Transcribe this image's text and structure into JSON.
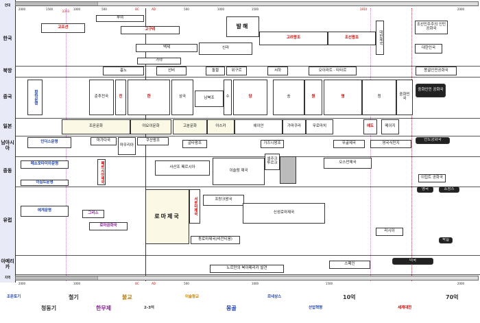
{
  "header": {
    "corner_top": "연대",
    "corner_bottom": "지역"
  },
  "axis": {
    "ticks": [
      {
        "label": "2000",
        "red": false
      },
      {
        "label": "1500",
        "red": false
      },
      {
        "label": "1000",
        "red": false
      },
      {
        "label": "500",
        "red": false
      },
      {
        "label": "BC",
        "red": true
      },
      {
        "label": "AD",
        "red": true
      },
      {
        "label": "500",
        "red": false
      },
      {
        "label": "1000",
        "red": false
      },
      {
        "label": "1500",
        "red": false
      },
      {
        "label": "1910",
        "red": true
      },
      {
        "label": "2000",
        "red": false
      }
    ],
    "start_mark": "2333"
  },
  "regions": [
    {
      "name": "한국"
    },
    {
      "name": "북방"
    },
    {
      "name": "중국"
    },
    {
      "name": "일본"
    },
    {
      "name": "남아시아"
    },
    {
      "name": "중동"
    },
    {
      "name": "유럽"
    },
    {
      "name": "아메리카"
    }
  ],
  "entities": {
    "korea": [
      {
        "label": "부여",
        "style": "plain"
      },
      {
        "label": "고조선",
        "style": "red"
      },
      {
        "label": "고구려",
        "style": "red"
      },
      {
        "label": "백제",
        "style": "plain"
      },
      {
        "label": "신라",
        "style": "plain"
      },
      {
        "label": "가야",
        "style": "plain"
      },
      {
        "label": "발해",
        "style": "big"
      },
      {
        "label": "고려왕조",
        "style": "red"
      },
      {
        "label": "조선왕조",
        "style": "red"
      },
      {
        "label": "대한제국",
        "style": "vert"
      },
      {
        "label": "대한민국",
        "style": "plain"
      },
      {
        "label": "조선민주주의 인민공화국",
        "style": "plain"
      }
    ],
    "north": [
      {
        "label": "흉노",
        "style": "plain"
      },
      {
        "label": "선비",
        "style": "plain"
      },
      {
        "label": "돌궐",
        "style": "plain"
      },
      {
        "label": "위구르",
        "style": "plain"
      },
      {
        "label": "서하",
        "style": "plain"
      },
      {
        "label": "오이라트 · 타타르",
        "style": "plain"
      },
      {
        "label": "몽골인민공화국",
        "style": "plain"
      }
    ],
    "china": [
      {
        "label": "황하문명",
        "style": "blue"
      },
      {
        "label": "춘추전국",
        "style": "plain"
      },
      {
        "label": "진",
        "style": "red"
      },
      {
        "label": "한",
        "style": "red"
      },
      {
        "label": "삼국",
        "style": "plain"
      },
      {
        "label": "남북조",
        "style": "plain"
      },
      {
        "label": "수",
        "style": "plain"
      },
      {
        "label": "당",
        "style": "red"
      },
      {
        "label": "송",
        "style": "plain"
      },
      {
        "label": "원",
        "style": "red"
      },
      {
        "label": "명",
        "style": "red"
      },
      {
        "label": "청",
        "style": "plain"
      },
      {
        "label": "중화민국",
        "style": "plain"
      },
      {
        "label": "중화인민 공화국",
        "style": "dark"
      }
    ],
    "japan": [
      {
        "label": "조몬문화",
        "style": "plain"
      },
      {
        "label": "야요이문화",
        "style": "plain"
      },
      {
        "label": "고분문화",
        "style": "plain"
      },
      {
        "label": "아스카",
        "style": "plain"
      },
      {
        "label": "헤이안",
        "style": "plain"
      },
      {
        "label": "가마쿠라",
        "style": "plain"
      },
      {
        "label": "무로마치",
        "style": "plain"
      },
      {
        "label": "에도",
        "style": "red"
      },
      {
        "label": "메이지",
        "style": "plain"
      }
    ],
    "south_asia": [
      {
        "label": "인더스문명",
        "style": "blue"
      },
      {
        "label": "마가다국",
        "style": "plain"
      },
      {
        "label": "마우리아",
        "style": "plain"
      },
      {
        "label": "쿠샨왕조",
        "style": "plain"
      },
      {
        "label": "굽타왕조",
        "style": "plain"
      },
      {
        "label": "가즈니왕조",
        "style": "plain"
      },
      {
        "label": "무굴제국",
        "style": "plain"
      },
      {
        "label": "영국식민지",
        "style": "plain"
      },
      {
        "label": "인도공화국",
        "style": "dark"
      }
    ],
    "middle_east": [
      {
        "label": "메소포타미아문명",
        "style": "blue"
      },
      {
        "label": "페르시아제국",
        "style": "red"
      },
      {
        "label": "사산조 페르시아",
        "style": "plain"
      },
      {
        "label": "이슬람 제국",
        "style": "plain"
      },
      {
        "label": "셀주크 투르크",
        "style": "plain"
      },
      {
        "label": "오스만제국",
        "style": "plain"
      },
      {
        "label": "이집트문명",
        "style": "blue"
      },
      {
        "label": "이집트 공화국",
        "style": "plain"
      }
    ],
    "europe": [
      {
        "label": "에게문명",
        "style": "blue"
      },
      {
        "label": "그리스",
        "style": "purple"
      },
      {
        "label": "로마공화국",
        "style": "purple"
      },
      {
        "label": "로마제국",
        "style": "big"
      },
      {
        "label": "서로마제국",
        "style": "red"
      },
      {
        "label": "동로마제국(비잔티움)",
        "style": "plain"
      },
      {
        "label": "프랑크왕국",
        "style": "plain"
      },
      {
        "label": "신성로마제국",
        "style": "plain"
      },
      {
        "label": "러시아",
        "style": "plain"
      },
      {
        "label": "영국",
        "style": "dark"
      },
      {
        "label": "프랑스",
        "style": "dark"
      },
      {
        "label": "독일",
        "style": "dark"
      }
    ],
    "america": [
      {
        "label": "노르만의 북아메리카 발견",
        "style": "plain"
      },
      {
        "label": "스페인",
        "style": "plain"
      },
      {
        "label": "미국",
        "style": "dark"
      }
    ]
  },
  "footer": {
    "ticks": [
      {
        "label": "2000",
        "red": false
      },
      {
        "label": "1000",
        "red": false
      },
      {
        "label": "BC",
        "red": true
      },
      {
        "label": "AD",
        "red": true
      },
      {
        "label": "500",
        "red": false
      },
      {
        "label": "1000",
        "red": false
      },
      {
        "label": "1500",
        "red": false
      },
      {
        "label": "2000",
        "red": false
      }
    ],
    "events": [
      {
        "label": "조몬토기",
        "color": "#1a3fb0"
      },
      {
        "label": "청동기",
        "color": "#333"
      },
      {
        "label": "철기",
        "color": "#333"
      },
      {
        "label": "한무제",
        "color": "#8a1c9c"
      },
      {
        "label": "불교",
        "color": "#c08000"
      },
      {
        "label": "2-3억",
        "color": "#333"
      },
      {
        "label": "이슬람교",
        "color": "#c08000"
      },
      {
        "label": "몽골",
        "color": "#1a3fb0"
      },
      {
        "label": "르네상스",
        "color": "#1a3fb0"
      },
      {
        "label": "산업혁명",
        "color": "#1a3fb0"
      },
      {
        "label": "10억",
        "color": "#333"
      },
      {
        "label": "세계대전",
        "color": "#c00"
      },
      {
        "label": "70억",
        "color": "#333"
      }
    ]
  },
  "colors": {
    "region_bg": "#e8eaf8",
    "accent_red": "#d40000",
    "accent_blue": "#1a3fb0",
    "pale": "#fbf9e6"
  }
}
